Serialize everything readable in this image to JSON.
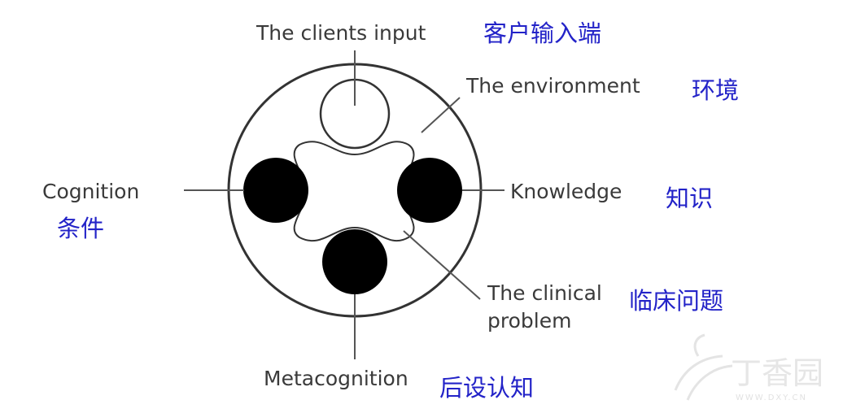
{
  "labels": {
    "clients_input": {
      "en": "The clients input",
      "zh": "客户输入端"
    },
    "environment": {
      "en": "The environment",
      "zh": "环境"
    },
    "cognition": {
      "en": "Cognition",
      "zh": "条件"
    },
    "knowledge": {
      "en": "Knowledge",
      "zh": "知识"
    },
    "clinical_problem": {
      "en_line1": "The clinical",
      "en_line2": "problem",
      "zh": "临床问题"
    },
    "metacognition": {
      "en": "Metacognition",
      "zh": "后设认知"
    }
  },
  "watermark": {
    "text": "丁香园",
    "sub": "WWW.DXY.CN"
  },
  "colors": {
    "english_text": "#3a3a3a",
    "chinese_text": "#2323c8",
    "stroke": "#333333",
    "fill_dark": "#000000",
    "watermark": "#e6e6e6"
  }
}
